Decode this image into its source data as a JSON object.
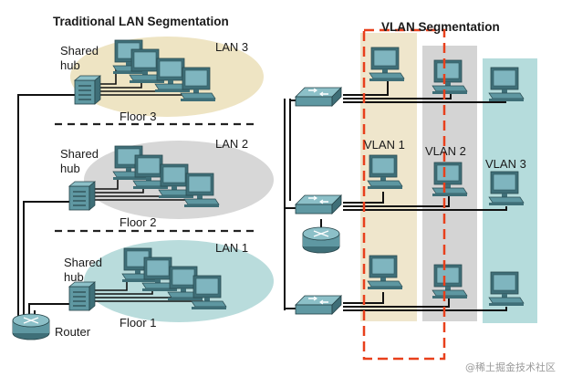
{
  "traditional": {
    "title": "Traditional LAN Segmentation",
    "hub_label_line1": "Shared",
    "hub_label_line2": "hub",
    "lans": [
      {
        "lan_label": "LAN 3",
        "floor_label": "Floor 3"
      },
      {
        "lan_label": "LAN 2",
        "floor_label": "Floor 2"
      },
      {
        "lan_label": "LAN 1",
        "floor_label": "Floor 1"
      }
    ],
    "router_label": "Router"
  },
  "vlan": {
    "title": "VLAN Segmentation",
    "groups": [
      {
        "label": "VLAN 1",
        "color": "#efe6cc"
      },
      {
        "label": "VLAN 2",
        "color": "#d4d4d4"
      },
      {
        "label": "VLAN 3",
        "color": "#b5dcdc"
      }
    ],
    "highlight_color": "#e8401c"
  },
  "colors": {
    "lan3_ellipse": "#eee4c3",
    "lan2_ellipse": "#d7d7d7",
    "lan1_ellipse": "#b9dcdc",
    "device": "#6ea3ad",
    "cable": "#111111"
  },
  "watermark": "@稀土掘金技术社区"
}
